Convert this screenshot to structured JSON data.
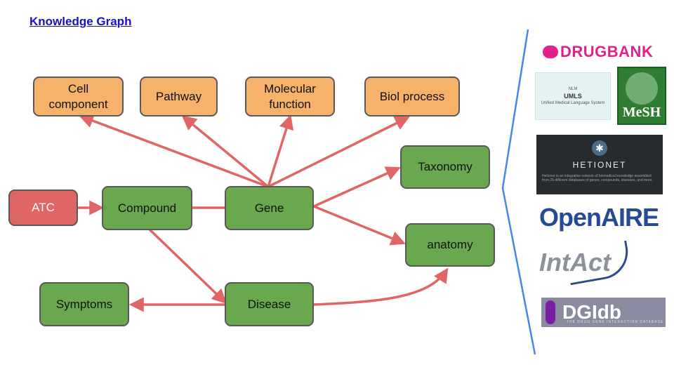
{
  "title": "Knowledge Graph",
  "colors": {
    "orange": "#f6b26b",
    "green": "#6aa84f",
    "red": "#e06666",
    "edge": "#e06666",
    "bracket": "#4a86e8"
  },
  "nodes": {
    "cell_component": "Cell\ncomponent",
    "pathway": "Pathway",
    "molecular_function": "Molecular\nfunction",
    "biol_process": "Biol process",
    "taxonomy": "Taxonomy",
    "atc": "ATC",
    "compound": "Compound",
    "gene": "Gene",
    "anatomy": "anatomy",
    "symptoms": "Symptoms",
    "disease": "Disease"
  },
  "edges": [
    {
      "from": "atc",
      "to": "compound"
    },
    {
      "from": "compound",
      "to": "gene"
    },
    {
      "from": "gene",
      "to": "cell_component"
    },
    {
      "from": "gene",
      "to": "pathway"
    },
    {
      "from": "gene",
      "to": "molecular_function"
    },
    {
      "from": "gene",
      "to": "biol_process"
    },
    {
      "from": "gene",
      "to": "taxonomy"
    },
    {
      "from": "gene",
      "to": "anatomy"
    },
    {
      "from": "compound",
      "to": "disease"
    },
    {
      "from": "disease",
      "to": "symptoms"
    },
    {
      "from": "disease",
      "to": "anatomy"
    }
  ],
  "logos": {
    "drugbank": "DRUGBANK",
    "umls_small": "NLM",
    "umls_title": "UMLS",
    "umls_sub": "Unified Medical Language System",
    "mesh": "MeSH",
    "hetionet": "HETIONET",
    "hetionet_desc": "Hetionet is an integrative network of biomedical knowledge assembled from 29 different databases of genes, compounds, diseases, and more.",
    "openaire": "OpenAIRE",
    "intact": "IntAct",
    "dgidb": "DGIdb",
    "dgidb_sub": "THE DRUG GENE INTERACTION DATABASE"
  }
}
